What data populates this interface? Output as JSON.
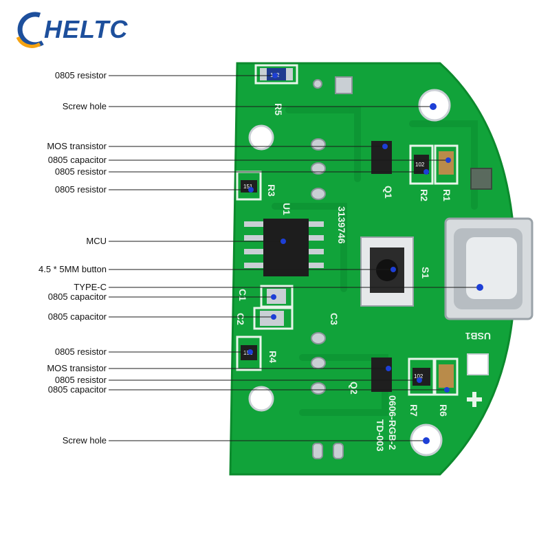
{
  "brand": {
    "logo_text": "HELTC"
  },
  "colors": {
    "pcb": "#11a33a",
    "pcb_dark": "#0c8a2d",
    "pad": "#c9cfd4",
    "silk": "#e8f5ea",
    "leader": "#1a1a1a",
    "dot": "#1d3fd6",
    "brand": "#1d4f9c",
    "brand_accent": "#f5a312"
  },
  "callouts": [
    {
      "label": "0805 resistor"
    },
    {
      "label": "Screw hole"
    },
    {
      "label": "MOS transistor"
    },
    {
      "label": "0805 capacitor"
    },
    {
      "label": "0805 resistor"
    },
    {
      "label": "0805 resistor"
    },
    {
      "label": "MCU"
    },
    {
      "label": "4.5 * 5MM button"
    },
    {
      "label": "TYPE-C"
    },
    {
      "label": "0805 capacitor"
    },
    {
      "label": "0805 capacitor"
    },
    {
      "label": "0805 resistor"
    },
    {
      "label": "MOS transistor"
    },
    {
      "label": "0805 resistor"
    },
    {
      "label": "0805 capacitor"
    },
    {
      "label": "Screw hole"
    }
  ],
  "silkscreen": {
    "R5": "R5",
    "R3": "R3",
    "U1": "U1",
    "Q1": "Q1",
    "R2": "R2",
    "R1": "R1",
    "board_number": "3139746",
    "S1": "S1",
    "C1": "C1",
    "C2": "C2",
    "C3": "C3",
    "R4": "R4",
    "Q2": "Q2",
    "R7": "R7",
    "R6": "R6",
    "USB1": "USB1",
    "model": "TD-003",
    "variant": "0606-RGB-2"
  },
  "component_marks": {
    "r_top": "102",
    "r3": "151",
    "r2": "102",
    "r4": "151",
    "r7": "102"
  }
}
